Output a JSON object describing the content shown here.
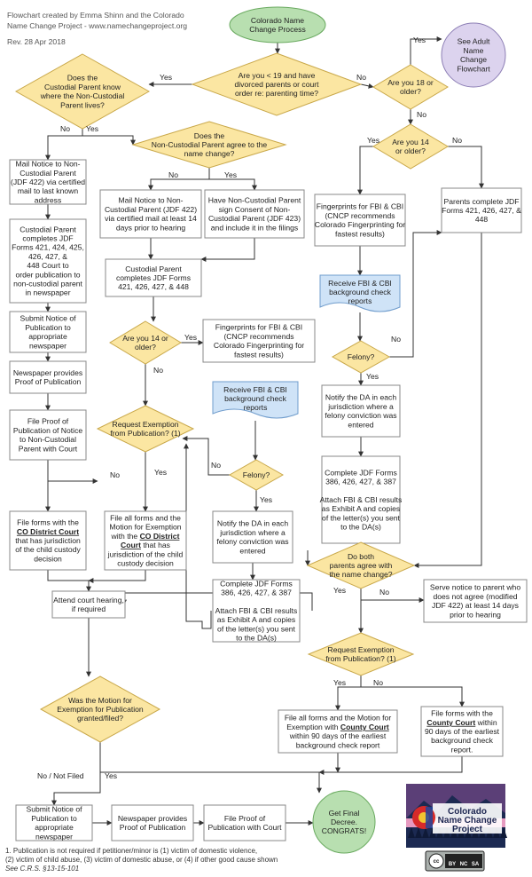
{
  "header": {
    "line1": "Flowchart created by Emma Shinn and the Colorado",
    "line2": "Name Change Project - www.namechangeproject.org",
    "rev": "Rev. 28 Apr 2018"
  },
  "nodes": {
    "start": [
      "Colorado Name",
      "Change Process"
    ],
    "q_under19": [
      "Are you < 19 and have",
      "divorced parents or court",
      "order re: parenting time?"
    ],
    "q_18": [
      "Are you 18 or",
      "older?"
    ],
    "adult": [
      "See Adult",
      "Name",
      "Change",
      "Flowchart"
    ],
    "q_custodial_know": [
      "Does the",
      "Custodial Parent know",
      "where the Non-Custodial",
      "Parent lives?"
    ],
    "q_noncust_agree": [
      "Does the",
      "Non-Custodial Parent agree to the",
      "name change?"
    ],
    "q_14_right": [
      "Are you 14",
      "or older?"
    ],
    "mail_notice_a": [
      "Mail Notice to Non-",
      "Custodial Parent",
      "(JDF 422) via certified",
      "mail to last known",
      "address"
    ],
    "mail_notice_b": [
      "Mail Notice to Non-",
      "Custodial Parent (JDF 422)",
      "via certified mail at least 14",
      "days prior to hearing"
    ],
    "consent": [
      "Have Non-Custodial Parent",
      "sign Consent of Non-",
      "Custodial Parent (JDF 423)",
      "and include it in the filings"
    ],
    "fp_right": [
      "Fingerprints for FBI & CBI",
      "(CNCP recommends",
      "Colorado Fingerprinting for",
      "fastest results)"
    ],
    "parents_complete": [
      "Parents complete JDF",
      "Forms 421, 426, 427, &",
      "448"
    ],
    "cust_complete_a": [
      "Custodial Parent",
      "completes JDF",
      "Forms 421, 424, 425,",
      "426, 427, &",
      "448 Court to",
      "order publication to",
      "non-custodial parent",
      "in newspaper"
    ],
    "cust_complete_b": [
      "Custodial Parent",
      "completes JDF Forms",
      "421, 426, 427, & 448"
    ],
    "receive_right": [
      "Receive FBI & CBI",
      "background check",
      "reports"
    ],
    "submit_pub_a": [
      "Submit Notice of",
      "Publication to",
      "appropriate",
      "newspaper"
    ],
    "q_14_mid": [
      "Are you 14 or",
      "older?"
    ],
    "fp_mid": [
      "Fingerprints for FBI & CBI",
      "(CNCP recommends",
      "Colorado Fingerprinting for",
      "fastest results)"
    ],
    "q_felony_right": [
      "Felony?"
    ],
    "newspaper_a": [
      "Newspaper provides",
      "Proof of Publication"
    ],
    "receive_mid": [
      "Receive FBI & CBI",
      "background check",
      "reports"
    ],
    "notify_right": [
      "Notify the DA in each",
      "jurisdiction where a",
      "felony conviction was",
      "entered"
    ],
    "file_proof_a": [
      "File Proof of",
      "Publication of Notice",
      "to Non-Custodial",
      "Parent with Court"
    ],
    "q_exempt_mid": [
      "Request Exemption",
      "from Publication? (1)"
    ],
    "q_felony_mid": [
      "Felony?"
    ],
    "complete_right": [
      "Complete JDF Forms",
      "386, 426, 427, & 387",
      "",
      "Attach FBI & CBI results",
      "as Exhibit A and copies",
      "of the letter(s) you sent",
      "to the DA(s)"
    ],
    "notify_mid": [
      "Notify the DA in each",
      "jurisdiction where a",
      "felony conviction was",
      "entered"
    ],
    "file_co_a": [
      "File forms with the",
      "|CO District Court",
      "that has jurisdiction",
      "of the child custody",
      "decision"
    ],
    "file_co_b": [
      "File all forms and the",
      "Motion for Exemption",
      "with the |CO District",
      "|Court that has",
      "jurisdiction of the child",
      "custody decision"
    ],
    "q_both_agree": [
      "Do both",
      "parents agree with",
      "the name change?"
    ],
    "complete_mid": [
      "Complete JDF Forms",
      "386, 426, 427, & 387",
      "",
      "Attach FBI & CBI results",
      "as Exhibit A and copies",
      "of the letter(s) you sent",
      "to the DA(s)"
    ],
    "serve_notice": [
      "Serve notice to parent who",
      "does not agree (modified",
      "JDF 422) at least 14 days",
      "prior to hearing"
    ],
    "attend": [
      "Attend court hearing,",
      "if required"
    ],
    "q_exempt_right": [
      "Request Exemption",
      "from Publication? (1)"
    ],
    "q_motion": [
      "Was the Motion for",
      "Exemption for Publication",
      "granted/filed?"
    ],
    "file_county_a": [
      "File all forms and the Motion for",
      "Exemption with |County Court",
      "within 90 days of the earliest",
      "background check report"
    ],
    "file_county_b": [
      "File forms with the",
      "|County Court within",
      "90 days of the earliest",
      "background check",
      "report."
    ],
    "submit_pub_b": [
      "Submit Notice of",
      "Publication to",
      "appropriate",
      "newspaper"
    ],
    "newspaper_b": [
      "Newspaper provides",
      "Proof of Publication"
    ],
    "file_proof_b": [
      "File Proof of",
      "Publication with Court"
    ],
    "final": [
      "Get Final",
      "Decree.",
      "CONGRATS!"
    ]
  },
  "labels": {
    "yes": "Yes",
    "no": "No",
    "no_not_filed": "No /  Not Filed"
  },
  "footnote": [
    "1. Publication is not required if petitioner/minor is (1) victim of domestic violence,",
    "(2) victim of child abuse, (3) victim of domestic abuse, or (4) if other good cause shown",
    "See C.R.S. §13-15-101"
  ],
  "logo": {
    "title": [
      "Colorado",
      "Name Change",
      "Project"
    ],
    "license": [
      "cc",
      "BY",
      "NC",
      "SA"
    ],
    "colors": {
      "sky": "#5b3f77",
      "pink": "#e69ac0",
      "mountain": "#1c2a52",
      "red": "#d62a2a",
      "gold": "#f2c531",
      "blue": "#23459a"
    }
  },
  "colors": {
    "decision": "#fbe6a2",
    "terminal": "#b8dfb0",
    "adult_terminal": "#dcd3ee",
    "document": "#cfe3f7"
  }
}
